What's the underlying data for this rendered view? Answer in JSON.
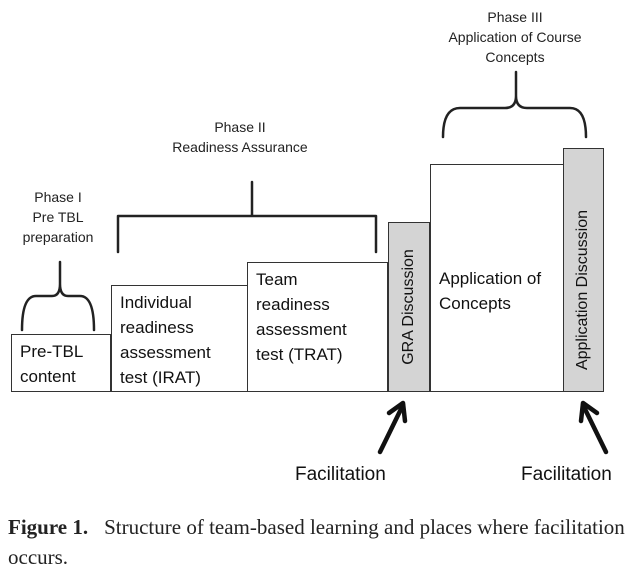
{
  "phases": {
    "phase1": {
      "line1": "Phase I",
      "line2": "Pre TBL",
      "line3": "preparation"
    },
    "phase2": {
      "line1": "Phase II",
      "line2": "Readiness Assurance"
    },
    "phase3": {
      "line1": "Phase III",
      "line2": "Application of Course",
      "line3": "Concepts"
    }
  },
  "boxes": {
    "pre_tbl": {
      "line1": "Pre-TBL",
      "line2": "content"
    },
    "irat": {
      "line1": "Individual",
      "line2": "readiness",
      "line3": "assessment",
      "line4": "test (IRAT)"
    },
    "trat": {
      "line1": "Team",
      "line2": "readiness",
      "line3": "assessment",
      "line4": "test (TRAT)"
    },
    "gra": {
      "label": "GRA Discussion"
    },
    "application": {
      "line1": "Application of",
      "line2": "Concepts"
    },
    "app_discussion": {
      "label": "Application Discussion"
    }
  },
  "facilitation": {
    "left": "Facilitation",
    "right": "Facilitation"
  },
  "caption": {
    "label": "Figure 1.",
    "text": "Structure of team-based learning and places where facilitation occurs."
  },
  "colors": {
    "gray_fill": "#d4d4d4",
    "stroke": "#333333"
  }
}
